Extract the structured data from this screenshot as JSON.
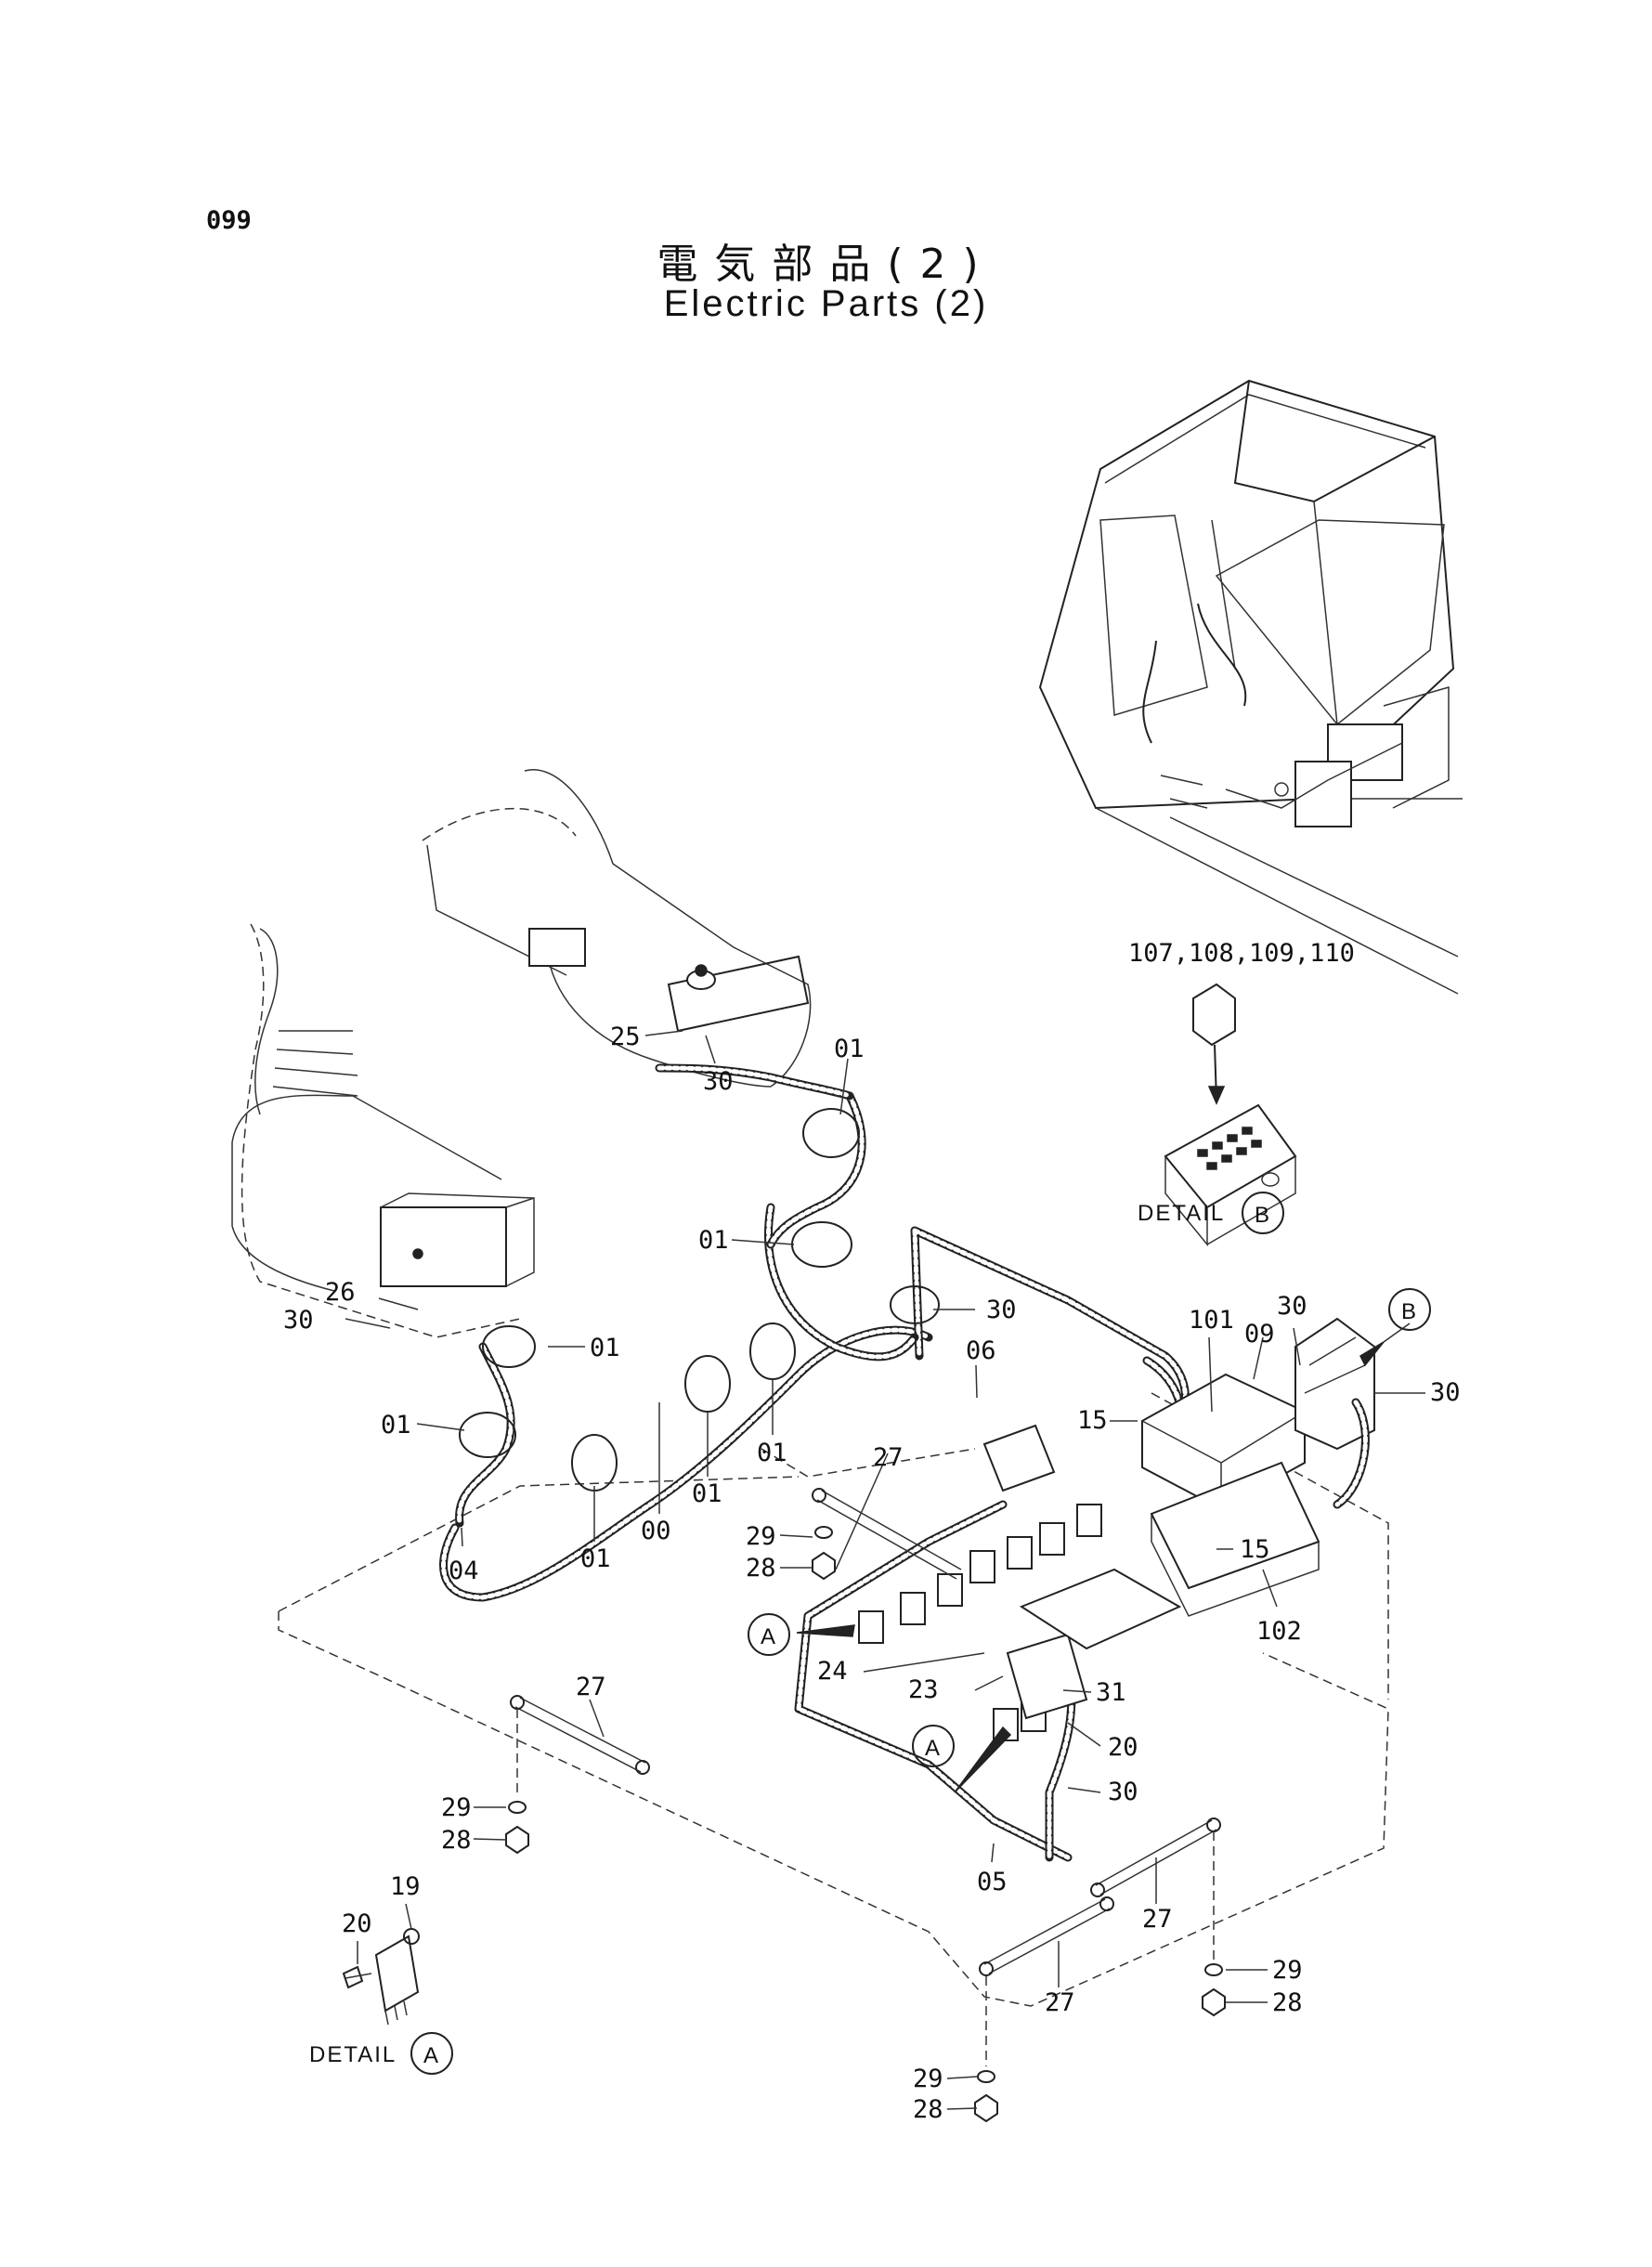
{
  "page": {
    "number": "099",
    "title_jp": "電気部品(2)",
    "title_en": "Electric Parts (2)"
  },
  "details": {
    "a_label": "DETAIL",
    "a_letter": "A",
    "b_label": "DETAIL",
    "b_letter": "B"
  },
  "markers": {
    "a1": "A",
    "a2": "A",
    "b": "B"
  },
  "callouts": {
    "fuse_set": "107,108,109,110",
    "c25": "25",
    "c30_top": "30",
    "c01_top": "01",
    "c01_mid": "01",
    "c30_clip": "30",
    "c26": "26",
    "c30_left": "30",
    "c01_left": "01",
    "c01_lower_left": "01",
    "c04": "04",
    "c01_a": "01",
    "c00": "00",
    "c01_b": "01",
    "c01_c": "01",
    "c06": "06",
    "c27_top": "27",
    "c29_top": "29",
    "c28_top": "28",
    "c15_a": "15",
    "c15_b": "15",
    "c101": "101",
    "c09": "09",
    "c30_right_top": "30",
    "c30_right": "30",
    "c102": "102",
    "c24": "24",
    "c23": "23",
    "c31": "31",
    "c20_main": "20",
    "c30_main": "30",
    "c05": "05",
    "c27_left": "27",
    "c29_left": "29",
    "c28_left": "28",
    "c27_r1": "27",
    "c27_r2": "27",
    "c29_right": "29",
    "c28_right": "28",
    "c29_bottom": "29",
    "c28_bottom": "28",
    "c20_detail": "20",
    "c19_detail": "19"
  }
}
